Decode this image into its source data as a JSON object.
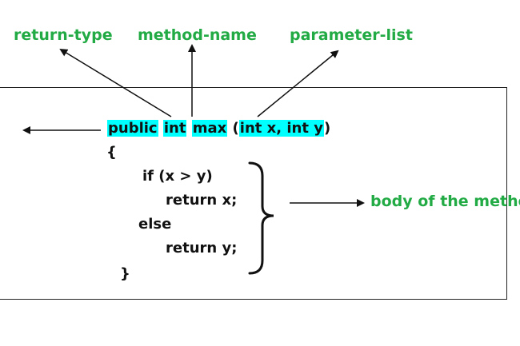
{
  "labels": {
    "return_type": "return-type",
    "method_name": "method-name",
    "parameter_list": "parameter-list",
    "body": "body of the metho"
  },
  "code": {
    "kw_public": "public",
    "kw_int": "int",
    "method": "max",
    "paren_open": "(",
    "params": "int x, int y",
    "paren_close": ")",
    "brace_open": "{",
    "if_line": "if (x > y)",
    "return_x": "return x;",
    "else_line": "else",
    "return_y": "return y;",
    "brace_close": "}"
  },
  "colors": {
    "label_green": "#22aa44",
    "highlight_cyan": "#00ffff",
    "line": "#111111"
  }
}
